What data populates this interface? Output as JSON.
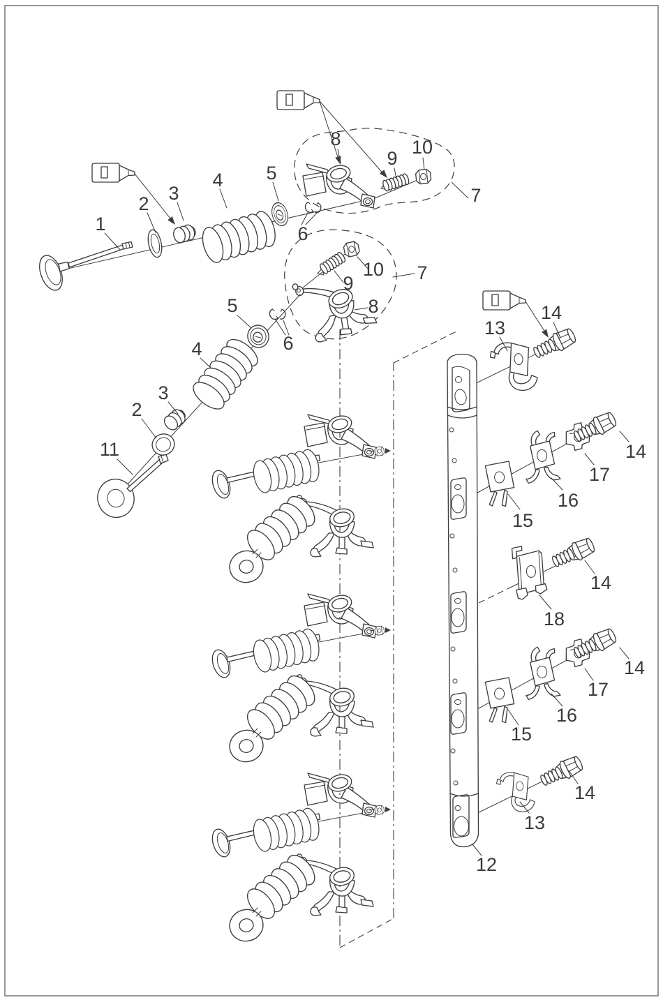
{
  "figure": {
    "background": "#ffffff",
    "frame_color": "#7f7f7f",
    "line_color": "#3d3d3d",
    "label_color": "#3a3a3a"
  },
  "callouts": {
    "c1": "1",
    "c2": "2",
    "c3": "3",
    "c4": "4",
    "c5": "5",
    "c6": "6",
    "c7": "7",
    "c8": "8",
    "c9": "9",
    "c10": "10",
    "c11": "11",
    "c12": "12",
    "c13": "13",
    "c14": "14",
    "c15": "15",
    "c16": "16",
    "c17": "17",
    "c18": "18"
  },
  "icons": {
    "applicator_tube": {
      "name": "sealant-tube-icon",
      "count": 3
    }
  }
}
